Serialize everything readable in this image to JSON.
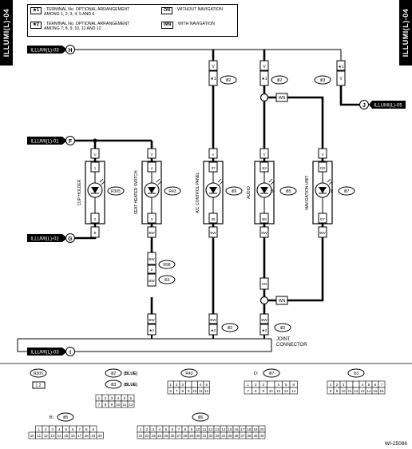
{
  "side_tabs": {
    "left": "ILLUMI(L)-04",
    "right": "ILLUMI(L)-04"
  },
  "legend": [
    {
      "key": "★1",
      "text": ": TERMINAL No. OPTIONAL ARRANGEMENT\nAMONG 1, 2, 3, 4, 5 AND 6"
    },
    {
      "key": "★2",
      "text": ": TERMINAL No. OPTIONAL ARRANGEMENT\nAMONG 7, 8, 9, 10, 11 AND 12"
    },
    {
      "key": "ON",
      "text": ": WITHOUT NAVIGATION"
    },
    {
      "key": "WN",
      "text": ": WITH NAVIGATION"
    }
  ],
  "refs": {
    "h": {
      "name": "ILLUMI(L)-03",
      "letter": "H"
    },
    "j": {
      "name": "ILLUMI(L)-05",
      "letter": "J"
    },
    "f": {
      "name": "ILLUMI(L)-01",
      "letter": "F"
    },
    "g": {
      "name": "ILLUMI(L)-02",
      "letter": "G"
    },
    "i": {
      "name": "ILLUMI(L)-03",
      "letter": "I"
    }
  },
  "connectors_top": [
    "i82",
    "i82",
    "i83"
  ],
  "devices": [
    {
      "name": "CUP HOLDER",
      "code": "R305",
      "prefix": "",
      "pin_top": "1",
      "pin_bot": "2",
      "wire_top": "V",
      "wire_bot": "B"
    },
    {
      "name": "SEAT HEATER SWITCH",
      "code": "R43",
      "prefix": "",
      "pin_top": "4",
      "pin_bot": "3",
      "wire_top": "V",
      "wire_bot": "BW"
    },
    {
      "name": "A/C CONTROL PANEL",
      "code": "i89",
      "prefix": "",
      "pin_top": "37",
      "pin_bot": "35",
      "wire_top": "V",
      "wire_bot": "BW"
    },
    {
      "name": "AUDIO",
      "code": "i85",
      "prefix": "B:",
      "pin_top": "B3",
      "pin_bot": "B8",
      "wire_top": "V",
      "wire_bot": "BW"
    },
    {
      "name": "NAVIGATION UNIT",
      "code": "i87",
      "prefix": "D:",
      "pin_top": "D8",
      "pin_bot": "D7",
      "wire_top": "V",
      "wire_bot": "BW"
    }
  ],
  "r98": {
    "code": "R98",
    "code2": "i63",
    "pin": "2",
    "wire_top": "BW",
    "wire_bot": "BW"
  },
  "wire_tags": {
    "wn": "WN",
    "on": "ON",
    "star1": "★1",
    "star2": "★2",
    "v": "V",
    "bw": "BW"
  },
  "joint": {
    "code": "i82",
    "code2": "i82",
    "label": "JOINT\nCONNECTOR"
  },
  "footer_connectors": [
    {
      "label": "R305",
      "sub": ""
    },
    {
      "label": "i82(BLUE)",
      "sub": "i83(BLUE)"
    },
    {
      "label": "R43",
      "sub": ""
    },
    {
      "label": "i87",
      "sub": "D:"
    },
    {
      "label": "i53",
      "sub": ""
    },
    {
      "label": "i85",
      "sub": "B:"
    },
    {
      "label": "i86",
      "sub": ""
    }
  ],
  "figure_id": "WI-25086"
}
